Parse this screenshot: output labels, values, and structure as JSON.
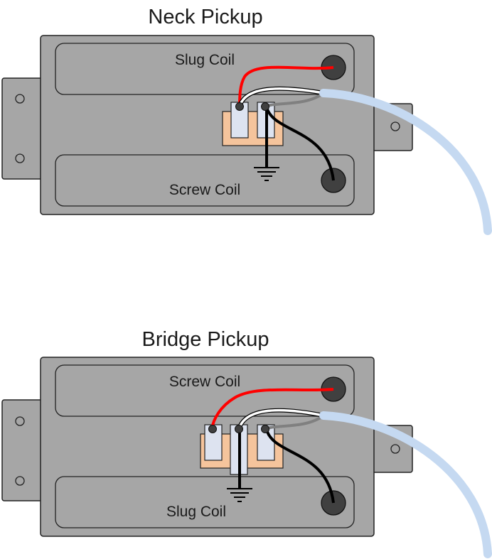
{
  "diagrams": [
    {
      "title": "Neck Pickup",
      "top_coil_label": "Slug Coil",
      "bottom_coil_label": "Screw Coil"
    },
    {
      "title": "Bridge Pickup",
      "top_coil_label": "Screw Coil",
      "bottom_coil_label": "Slug Coil"
    }
  ],
  "colors": {
    "pickup_body": "#a6a6a6",
    "coil_recess": "#a6a6a6",
    "terminal_board": "#f5c49c",
    "terminal": "#dde3f0",
    "hot_wire": "#ff0000",
    "white_wire": "#ffffff",
    "bare_wire": "#808080",
    "black_wire": "#000000",
    "shield_cable": "#c5d9f1",
    "pole_piece": "#404040"
  },
  "icons": [
    "ground-symbol-icon",
    "mounting-hole-icon",
    "pole-piece-icon"
  ]
}
